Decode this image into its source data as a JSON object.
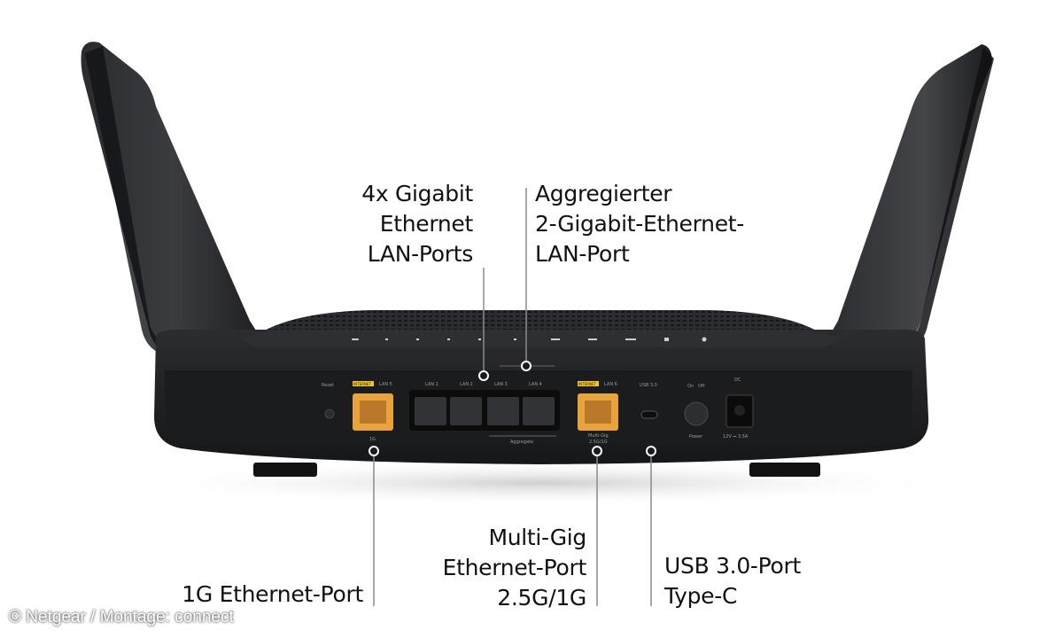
{
  "labels": {
    "lan_ports": [
      "4x Gigabit",
      "Ethernet",
      "LAN-Ports"
    ],
    "aggregated_port": [
      "Aggregierter",
      "2-Gigabit-Ethernet-",
      "LAN-Port"
    ],
    "ethernet_1g": "1G Ethernet-Port",
    "multigig_port": [
      "Multi-Gig",
      "Ethernet-Port",
      "2.5G/1G"
    ],
    "usb_port": [
      "USB 3.0-Port",
      "Type-C"
    ]
  },
  "router_panel": {
    "reset": "Reset",
    "internet_tag_1": "INTERNET",
    "lan5": "LAN 5",
    "lan1": "LAN 1",
    "lan2": "LAN 2",
    "lan3": "LAN 3",
    "lan4": "LAN 4",
    "internet_tag_2": "INTERNET",
    "lan6": "LAN 6",
    "usb": "USB 3.0",
    "speed_1g": "1G",
    "aggregate": "Aggregate",
    "multigig": "Multi-Gig",
    "multigig_speed": "2.5G/1G",
    "power": "Power",
    "on": "On",
    "off": "Off",
    "dc": "DC",
    "power_spec": "12V ⎓ 3.5A"
  },
  "credit": "© Netgear / Montage: connect",
  "colors": {
    "router_body": "#1b1c1e",
    "port_orange": "#e8a33d",
    "internet_tag": "#f2c230",
    "label_text": "#111111",
    "leader_line": "#8a8a8a"
  }
}
